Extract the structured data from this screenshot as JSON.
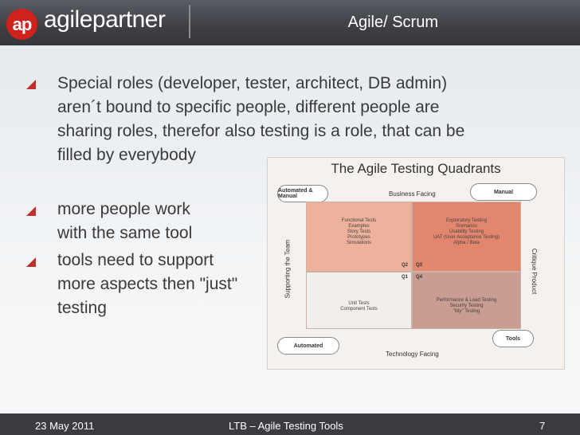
{
  "header": {
    "logo_mark": "ap",
    "logo_text": "agilepartner",
    "title": "Agile/ Scrum"
  },
  "bullets": [
    {
      "lines": [
        "Special roles (developer, tester, architect, DB admin)",
        "aren´t bound to specific people, different people are",
        "sharing roles, therefor also testing is a role, that can be",
        "filled by everybody"
      ]
    },
    {
      "lines": [
        "more people work",
        "with the same tool"
      ]
    },
    {
      "lines": [
        "tools need to support",
        "more aspects then \"just\"",
        "testing"
      ]
    }
  ],
  "chart": {
    "title": "The Agile Testing Quadrants",
    "top_label": "Business Facing",
    "bottom_label": "Technology Facing",
    "left_label": "Supporting the Team",
    "right_label": "Critique Product",
    "clouds": {
      "top_left": "Automated & Manual",
      "top_right": "Manual",
      "bottom_left": "Automated",
      "bottom_right": "Tools"
    },
    "quadrants": {
      "q2": {
        "id": "Q2",
        "items": [
          "Functional Tests",
          "Examples",
          "Story Tests",
          "Prototypes",
          "Simulations"
        ]
      },
      "q3": {
        "id": "Q3",
        "items": [
          "Exploratory Testing",
          "Scenarios",
          "Usability Testing",
          "UAT (User Acceptance Testing)",
          "Alpha / Beta"
        ]
      },
      "q1": {
        "id": "Q1",
        "items": [
          "Unit Tests",
          "Component Tests"
        ]
      },
      "q4": {
        "id": "Q4",
        "items": [
          "Performance & Load Testing",
          "Security Testing",
          "\"ility\" Testing"
        ]
      }
    },
    "colors": {
      "q2": "#eeb29c",
      "q3": "#e3866e",
      "q1": "#f2eeec",
      "q4": "#c99d91"
    }
  },
  "footer": {
    "date": "23 May 2011",
    "center": "LTB – Agile Testing Tools",
    "page": "7"
  }
}
